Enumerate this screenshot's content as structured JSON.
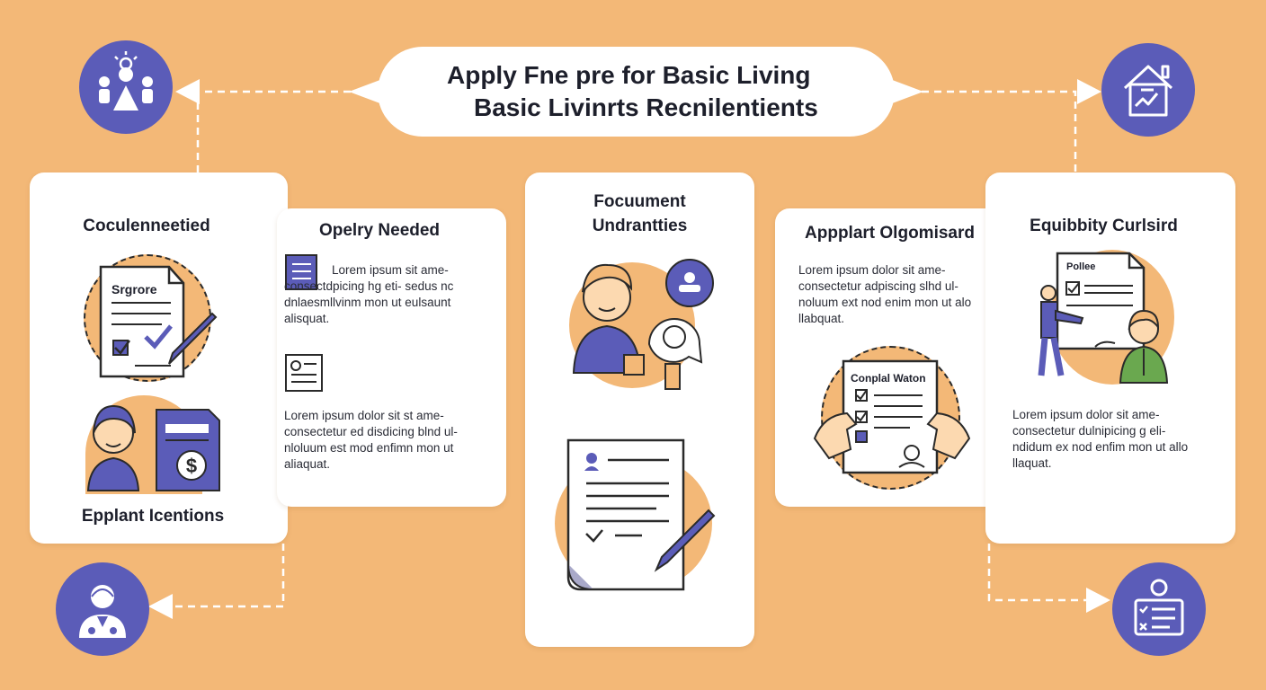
{
  "title": {
    "line1": "Apply Fne pre for Basic Living",
    "line2": "Basic Livinrts Recnilentients"
  },
  "cards": {
    "left": {
      "title": "Coculenneetied",
      "doc_label": "Srgrore",
      "footer": "Epplant Icentions"
    },
    "left_text": {
      "title": "Opelry Needed",
      "para1": "Lorem ipsum sit ame- consectdpicing hg eti- sedus nc dnlaesmllvinm mon ut eulsaunt alisquat.",
      "para2": "Lorem ipsum dolor sit st ame- consectetur ed disdicing blnd ul- nloluum est mod enfimn mon ut aliaquat."
    },
    "center": {
      "title_line1": "Focuument",
      "title_line2": "Undrantties"
    },
    "right_text": {
      "title": "Appplart Olgomisard",
      "para": "Lorem ipsum dolor sit ame- consectetur adpiscing slhd ul- noluum ext nod enim mon ut alo llabquat.",
      "form_label": "Conplal Waton"
    },
    "right": {
      "title": "Equibbity Curlsird",
      "doc_label": "Pollee",
      "para": "Lorem ipsum dolor sit ame- consectetur dulnipicing g eli- ndidum ex nod enfim mon ut allo llaquat."
    }
  },
  "colors": {
    "background": "#f3b877",
    "accent": "#5b5cb8",
    "card": "#ffffff",
    "ink": "#1d1f2b",
    "green": "#6aa84f"
  },
  "icons": {
    "top_left": "team-lightbulb-icon",
    "top_right": "house-chart-icon",
    "bottom_left": "doctor-icon",
    "bottom_right": "checklist-person-icon"
  }
}
